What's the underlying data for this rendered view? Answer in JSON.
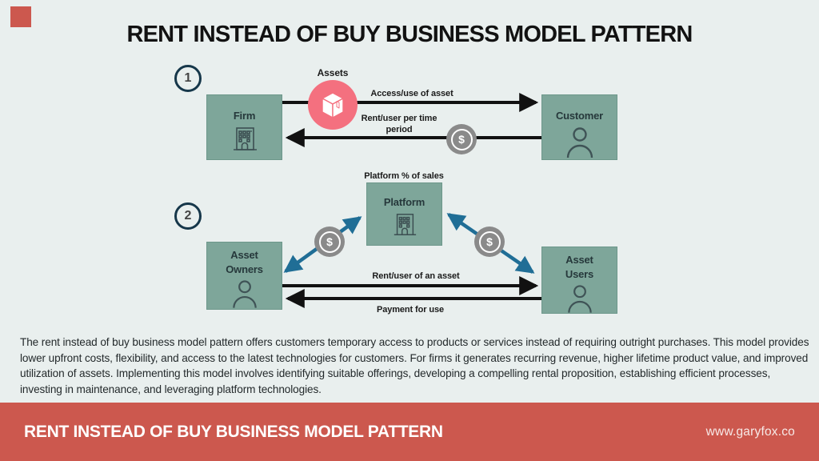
{
  "header": {
    "title": "RENT INSTEAD OF BUY BUSINESS MODEL PATTERN"
  },
  "diagram1": {
    "step_number": "1",
    "firm_label": "Firm",
    "customer_label": "Customer",
    "assets_label": "Assets",
    "flow_top_label": "Access/use of asset",
    "flow_bottom_label": "Rent/user per time period"
  },
  "diagram2": {
    "step_number": "2",
    "platform_label": "Platform",
    "platform_fee_label": "Platform % of sales",
    "asset_owners_label": "Asset Owners",
    "asset_users_label": "Asset Users",
    "flow_top_label": "Rent/user of an asset",
    "flow_bottom_label": "Payment for use"
  },
  "icons": {
    "dollar_symbol": "$",
    "names": [
      "building-icon",
      "person-icon",
      "package-icon",
      "dollar-icon"
    ]
  },
  "description": "The rent instead of buy business model pattern offers customers temporary access to products or services instead of requiring outright purchases. This model provides lower upfront costs, flexibility, and access to the latest technologies for customers. For firms it generates recurring revenue, higher lifetime product value, and improved utilization of assets. Implementing this model involves identifying suitable offerings, developing a compelling rental proposition, establishing efficient processes, investing in maintenance, and leveraging platform technologies.",
  "footer": {
    "title": "RENT INSTEAD OF BUY BUSINESS MODEL PATTERN",
    "website": "www.garyfox.co"
  },
  "colors": {
    "background": "#e9efee",
    "accent_red": "#cc584e",
    "node_teal": "#7ea69a",
    "assets_pink": "#f4707f",
    "badge_gray": "#8a8a8a",
    "arrow_blue": "#206e96",
    "step_ring_navy": "#16374a",
    "arrow_black": "#111111"
  }
}
